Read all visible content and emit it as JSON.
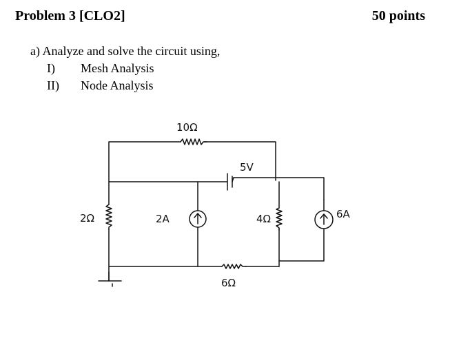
{
  "problem": {
    "title": "Problem 3 [CLO2]",
    "points": "50 points"
  },
  "task": {
    "intro": "a) Analyze and solve the circuit using,",
    "methods": [
      {
        "num": "I)",
        "label": "Mesh Analysis"
      },
      {
        "num": "II)",
        "label": "Node Analysis"
      }
    ]
  },
  "circuit": {
    "r_top": "10Ω",
    "v_source": "5V",
    "r_left": "2Ω",
    "i_source_mid": "2A",
    "r_mid": "4Ω",
    "i_source_right": "6A",
    "r_bottom": "6Ω"
  }
}
